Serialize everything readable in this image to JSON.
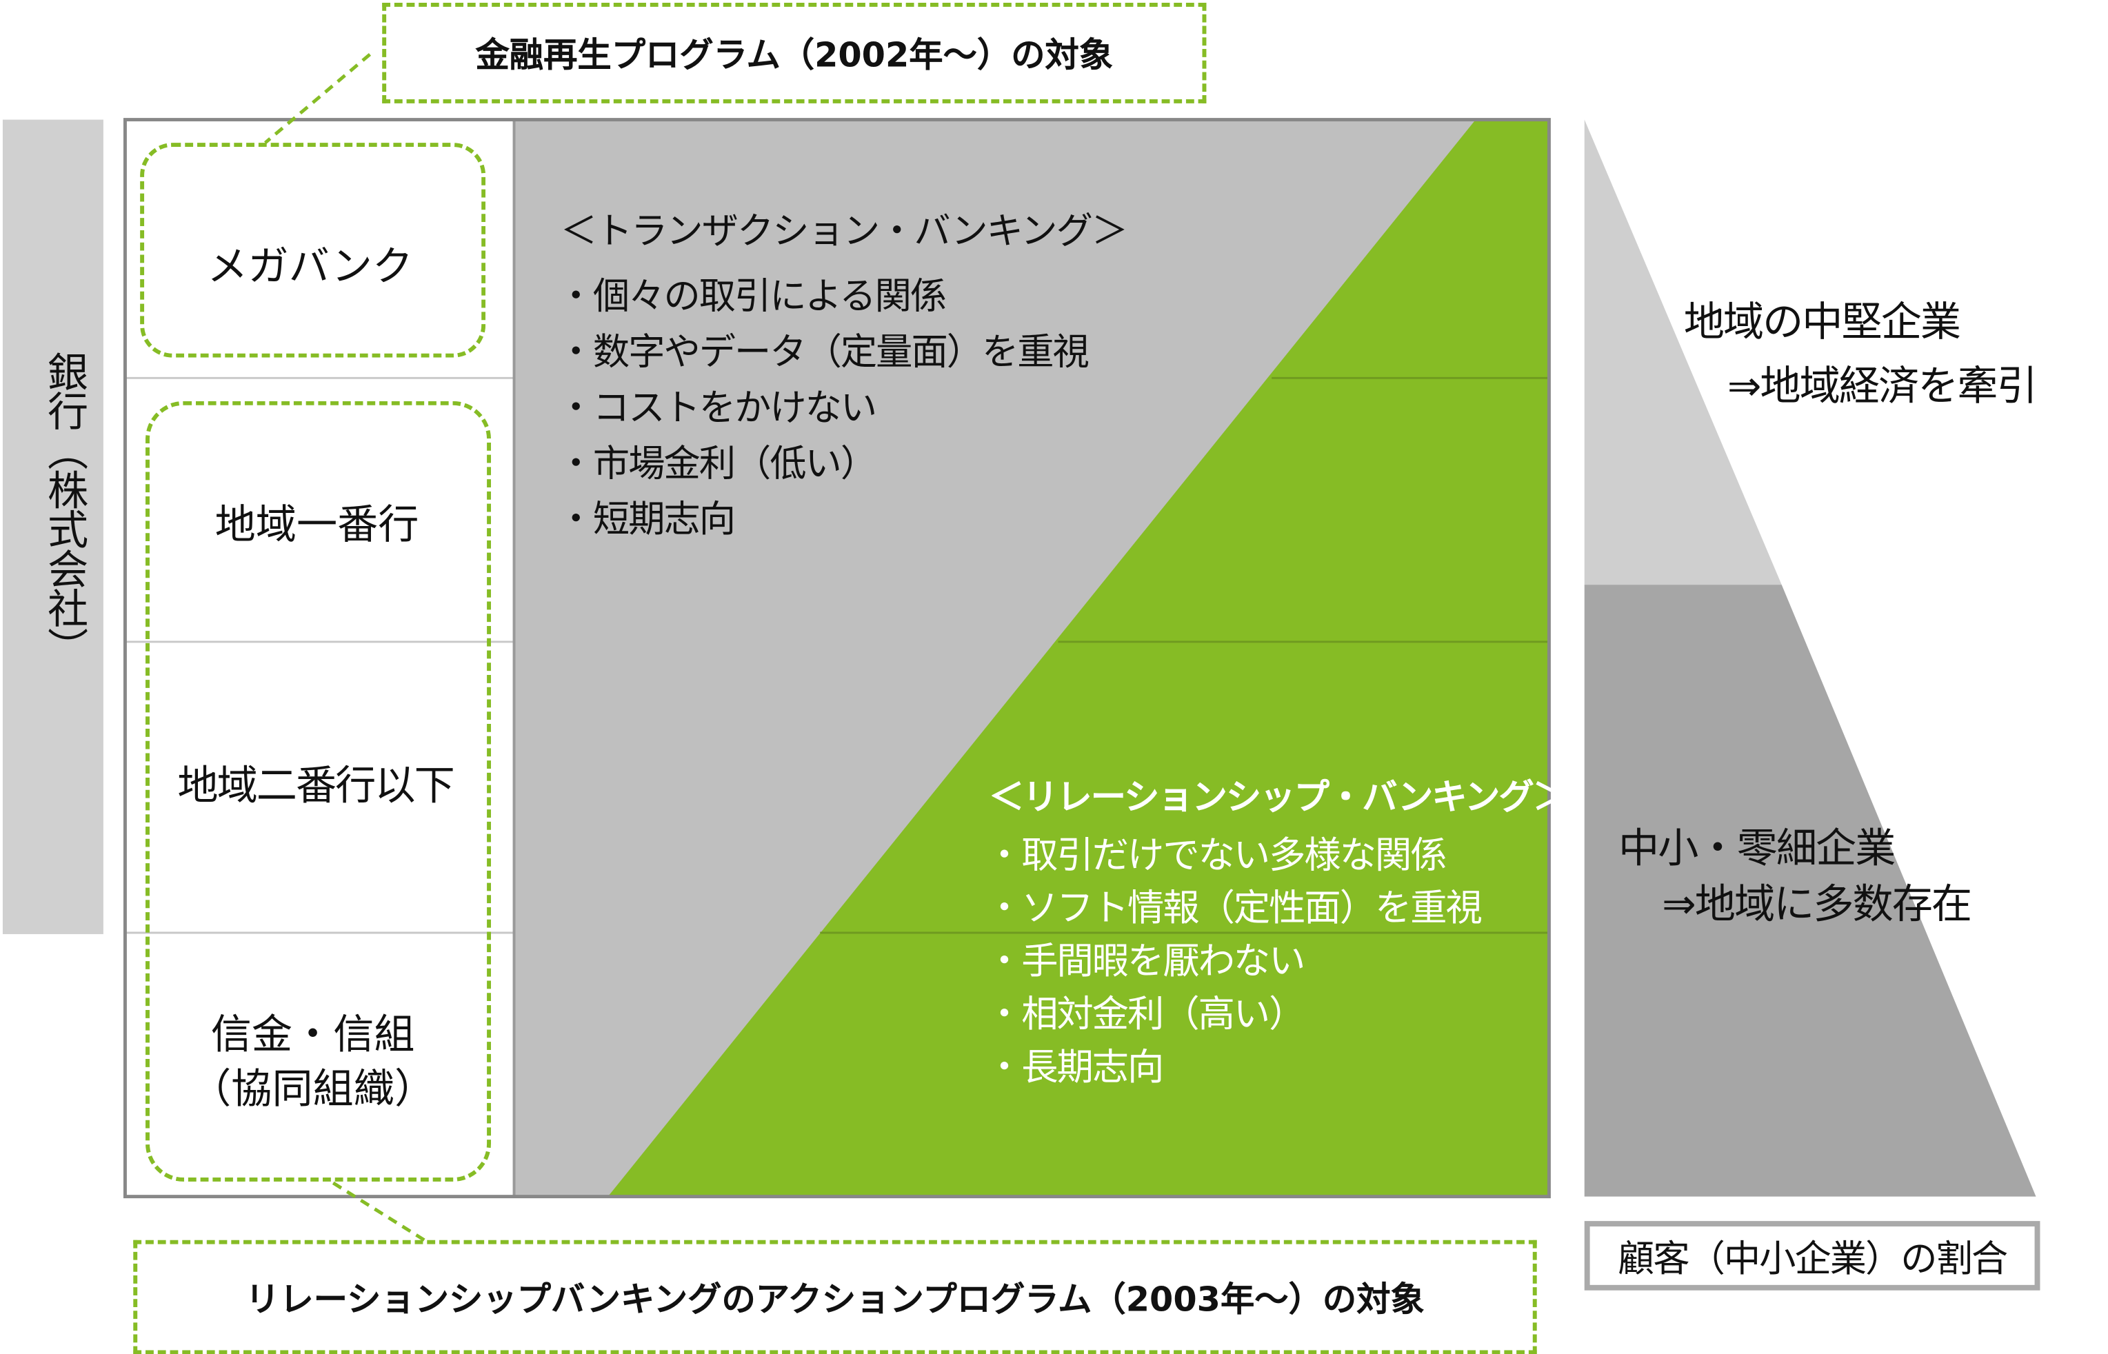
{
  "top_label": "金融再生プログラム（2002年〜）の対象",
  "bottom_label": "リレーションシップバンキングのアクションプログラム（2003年〜）の対象",
  "side_label": "銀行（株式会社）",
  "bank_types": [
    "メガバンク",
    "地域一番行",
    "地域二番行以下",
    "信金・信組\n（協同組織）"
  ],
  "transaction": {
    "title": "＜トランザクション・バンキング＞",
    "items": [
      "・個々の取引による関係",
      "・数字やデータ（定量面）を重視",
      "・コストをかけない",
      "・市場金利（低い）",
      "・短期志向"
    ]
  },
  "relationship": {
    "title": "＜リレーションシップ・バンキング＞",
    "items": [
      "・取引だけでない多様な関係",
      "・ソフト情報（定性面）を重視",
      "・手間暇を厭わない",
      "・相対金利（高い）",
      "・長期志向"
    ]
  },
  "customers": {
    "upper_line1": "地域の中堅企業",
    "upper_line2": "⇒地域経済を牽引",
    "lower_line1": "中小・零細企業",
    "lower_line2": "⇒地域に多数存在",
    "axis_label": "顧客（中小企業）の割合"
  },
  "colors": {
    "green": "#86bc25",
    "gray": "#bfbfbf",
    "light_gray": "#cfcfcf",
    "dark_gray": "#a6a6a6"
  }
}
